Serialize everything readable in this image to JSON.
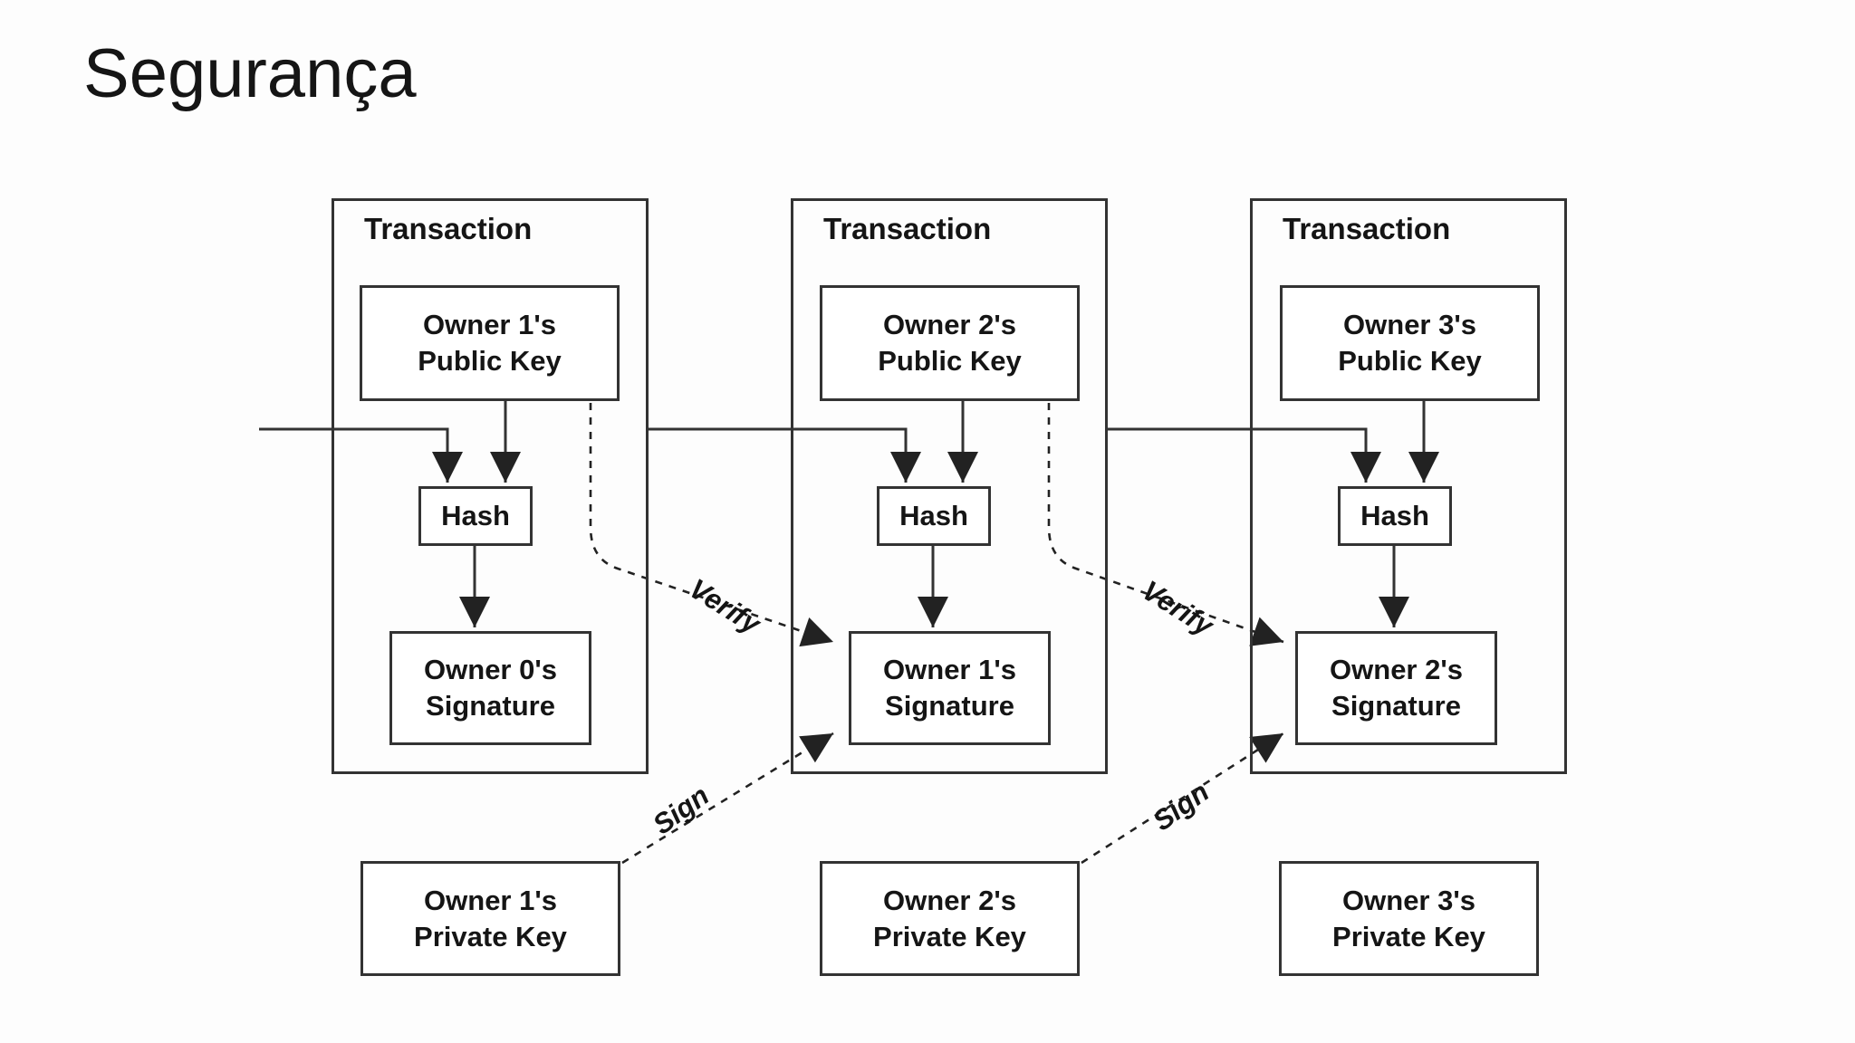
{
  "title": "Segurança",
  "diagram": {
    "transactions": [
      {
        "label": "Transaction",
        "public_key_line1": "Owner 1's",
        "public_key_line2": "Public Key",
        "hash": "Hash",
        "signature_line1": "Owner 0's",
        "signature_line2": "Signature"
      },
      {
        "label": "Transaction",
        "public_key_line1": "Owner 2's",
        "public_key_line2": "Public Key",
        "hash": "Hash",
        "signature_line1": "Owner 1's",
        "signature_line2": "Signature"
      },
      {
        "label": "Transaction",
        "public_key_line1": "Owner 3's",
        "public_key_line2": "Public Key",
        "hash": "Hash",
        "signature_line1": "Owner 2's",
        "signature_line2": "Signature"
      }
    ],
    "private_keys": [
      {
        "line1": "Owner 1's",
        "line2": "Private Key"
      },
      {
        "line1": "Owner 2's",
        "line2": "Private Key"
      },
      {
        "line1": "Owner 3's",
        "line2": "Private Key"
      }
    ],
    "edge_labels": {
      "verify1": "Verify",
      "verify2": "Verify",
      "sign1": "Sign",
      "sign2": "Sign"
    },
    "colors": {
      "line": "#333333",
      "text": "#151515",
      "background": "#fdfdfd"
    }
  }
}
